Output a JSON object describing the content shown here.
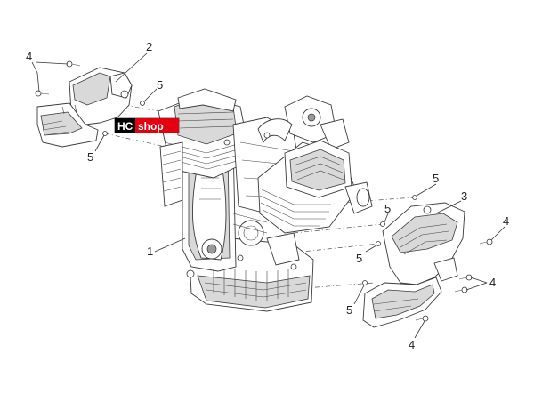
{
  "logo": {
    "text_hc": "HC",
    "text_shop": "shop",
    "color_hc": "#000000",
    "color_shop": "#e3000f"
  },
  "callouts": {
    "engine": "1",
    "left_cover": "2",
    "right_cover": "3",
    "screw_top_left": "4",
    "screw_right_mid": "4",
    "screw_right_low": "4",
    "screw_bottom": "4",
    "washer_top_left": "5",
    "washer_left_low": "5",
    "washer_right_top": "5",
    "washer_right_mid1": "5",
    "washer_right_mid2": "5",
    "washer_bottom": "5"
  }
}
